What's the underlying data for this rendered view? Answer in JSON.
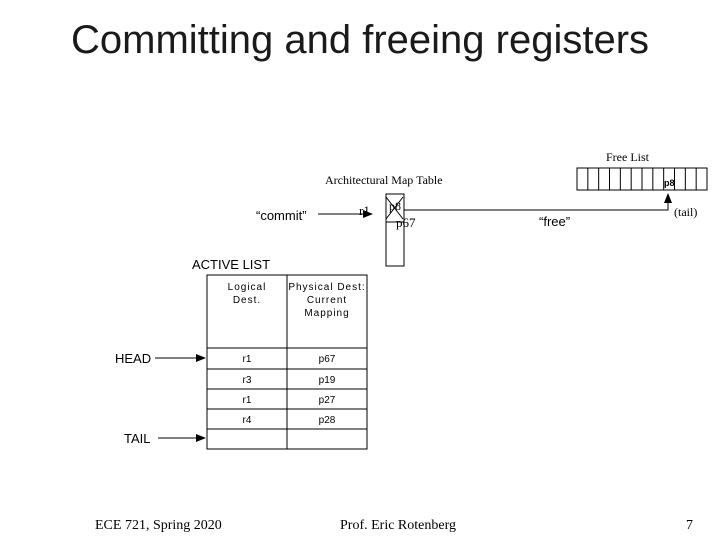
{
  "title": "Committing and freeing registers",
  "free_list": {
    "label": "Free List",
    "tail_value": "p8",
    "tail_label": "(tail)",
    "slot_count": 12
  },
  "map_table": {
    "label": "Architectural Map Table",
    "row_reg": "r1",
    "old_value": "p8",
    "new_value": "p67"
  },
  "annotations": {
    "commit": "“commit”",
    "free": "“free”"
  },
  "active_list": {
    "label": "ACTIVE LIST",
    "headers": [
      "Logical Dest.",
      "Physical Dest: Current Mapping"
    ],
    "rows": [
      {
        "logical": "r1",
        "physical": "p67"
      },
      {
        "logical": "r3",
        "physical": "p19"
      },
      {
        "logical": "r1",
        "physical": "p27"
      },
      {
        "logical": "r4",
        "physical": "p28"
      }
    ],
    "head_label": "HEAD",
    "tail_label": "TAIL"
  },
  "footer": {
    "left": "ECE 721, Spring 2020",
    "center": "Prof. Eric Rotenberg",
    "page": "7"
  }
}
